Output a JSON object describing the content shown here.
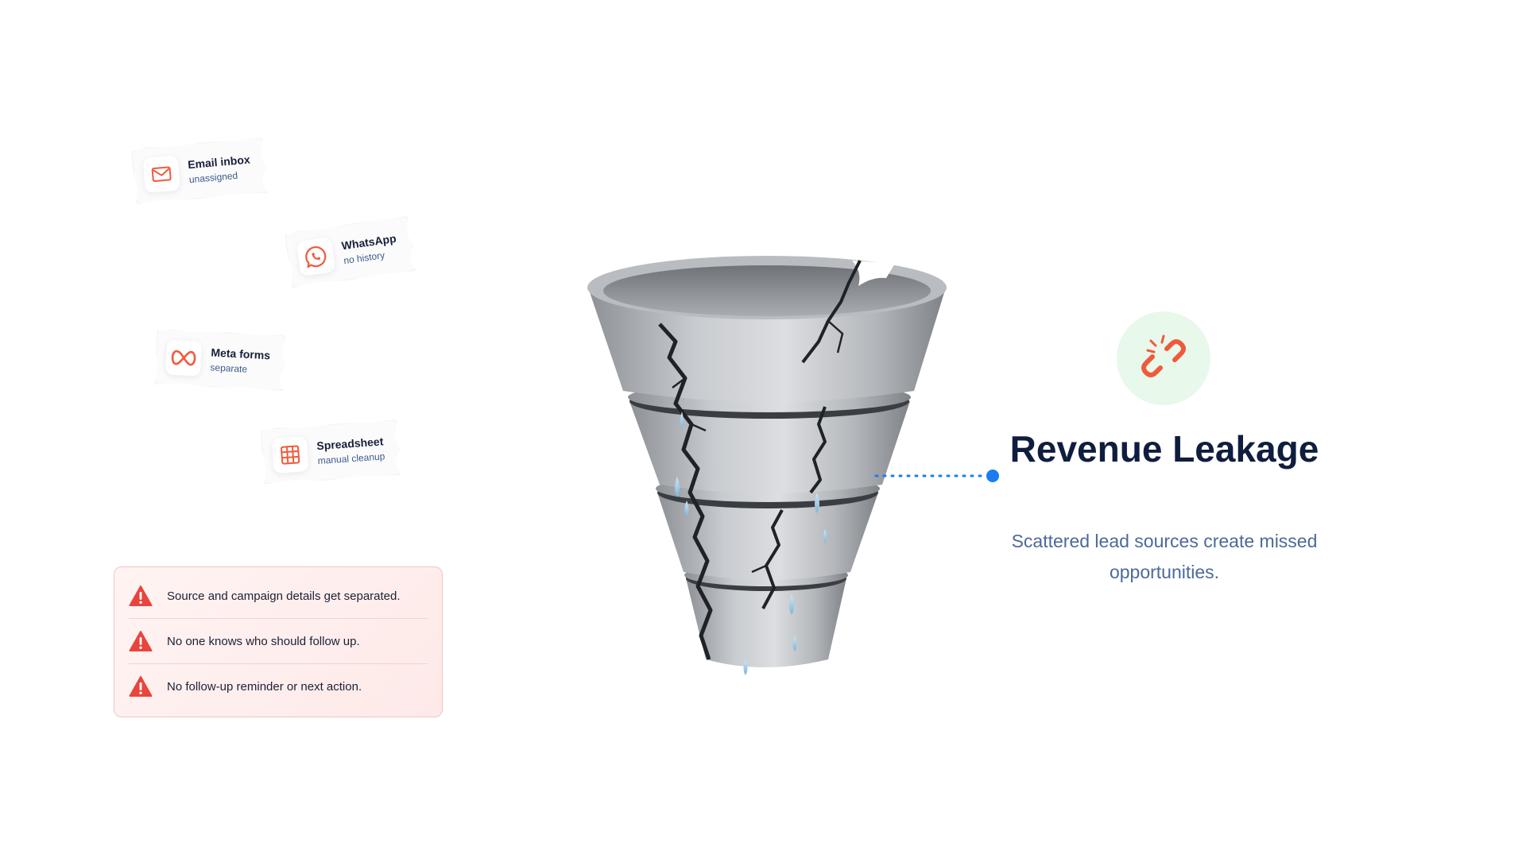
{
  "sources": [
    {
      "title": "Email inbox",
      "subtitle": "unassigned",
      "icon": "email-icon"
    },
    {
      "title": "WhatsApp",
      "subtitle": "no history",
      "icon": "whatsapp-icon"
    },
    {
      "title": "Meta forms",
      "subtitle": "separate",
      "icon": "meta-icon"
    },
    {
      "title": "Spreadsheet",
      "subtitle": "manual cleanup",
      "icon": "spreadsheet-icon"
    }
  ],
  "problems": [
    {
      "text": "Source and campaign details get separated.",
      "icon": "warning-icon"
    },
    {
      "text": "No one knows who should follow up.",
      "icon": "warning-icon"
    },
    {
      "text": "No follow-up reminder or next action.",
      "icon": "warning-icon"
    }
  ],
  "headline": "Revenue Leakage",
  "subtitle": "Scattered lead sources create missed opportunities.",
  "badge_icon": "broken-link-icon",
  "funnel_icon": "cracked-funnel-illustration",
  "colors": {
    "accent_orange": "#f05a3c",
    "warning_red": "#e8453c",
    "heading_navy": "#0f1d3f",
    "subtitle_blue": "#4b6a99",
    "connector_blue": "#1a7cf0",
    "badge_green": "#e8f8ea"
  }
}
